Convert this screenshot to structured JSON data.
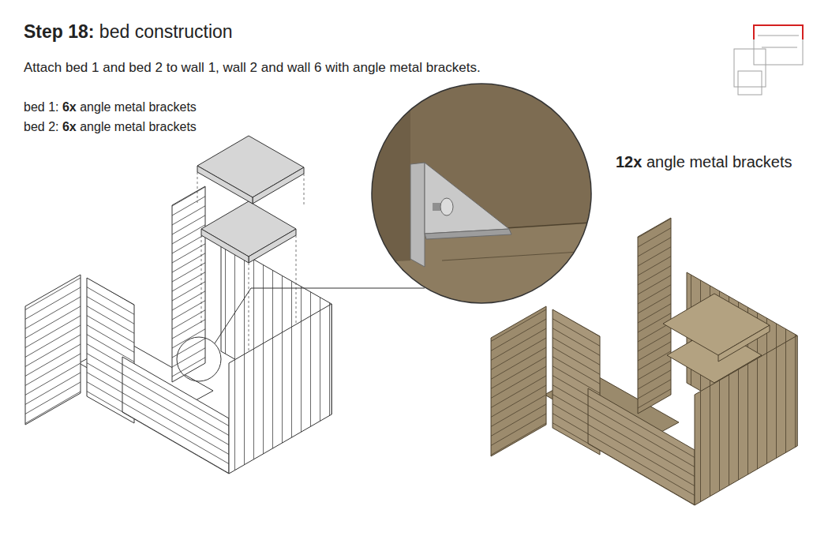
{
  "diagram": {
    "title": "Step 18: bed construction",
    "labels": [
      "Attach bed 1 and bed 2 to wall 1, wall 2 and wall 6 with angle metal brackets.",
      "bed 1: 6x angle metal brackets",
      "bed 2: 6x angle metal brackets",
      "12x angle metal brackets"
    ]
  }
}
